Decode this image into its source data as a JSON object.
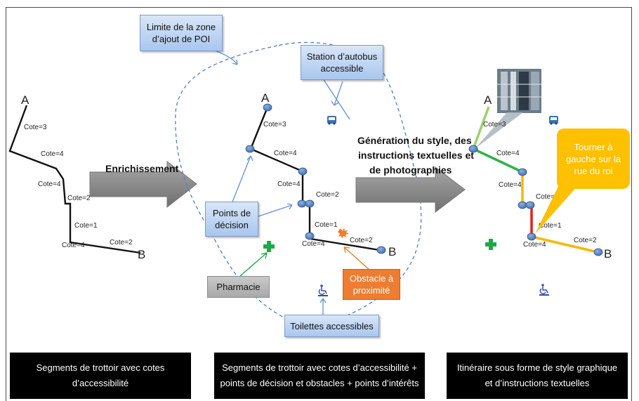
{
  "panel1": {
    "labels": {
      "start": "A",
      "end": "B",
      "cote_3": "Cote=3",
      "cote_4a": "Cote=4",
      "cote_4b": "Cote=4",
      "cote_2a": "Cote=2",
      "cote_1": "Cote=1",
      "cote_4c": "Cote=4",
      "cote_2b": "Cote=2"
    },
    "arrow_label": "Enrichissement",
    "caption_line1": "Segments de trottoir avec cotes",
    "caption_line2": "d’accessibilité"
  },
  "panel2": {
    "labels": {
      "start": "A",
      "end": "B",
      "cote_3": "Cote=3",
      "cote_4a": "Cote=4",
      "cote_4b": "Cote=4",
      "cote_2a": "Cote=2",
      "cote_1": "Cote=1",
      "cote_4c": "Cote=4",
      "cote_2b": "Cote=2"
    },
    "callouts": {
      "zone_line1": "Limite de la zone",
      "zone_line2": "d’ajout de POI",
      "bus_line1": "Station d’autobus",
      "bus_line2": "accessible",
      "decision_line1": "Points de",
      "decision_line2": "décision",
      "pharmacy": "Pharmacie",
      "obstacle_line1": "Obstacle à",
      "obstacle_line2": "proximité",
      "toilets": "Toilettes accessibles"
    },
    "arrow_line1": "Génération du style, des",
    "arrow_line2": "instructions textuelles et",
    "arrow_line3": "de photographies",
    "caption_line1": "Segments de trottoir avec cotes d’accessibilité +",
    "caption_line2": "points de décision et obstacles + points d’intérêts"
  },
  "panel3": {
    "labels": {
      "start": "A",
      "end": "B",
      "cote_3": "Cote=3",
      "cote_4a": "Cote=4",
      "cote_4b": "Cote=4",
      "cote_2a": "Cote=2",
      "cote_1": "Cote=1",
      "cote_4c": "Cote=4",
      "cote_2b": "Cote=2"
    },
    "instruction_line1": "Tourner à",
    "instruction_line2": "gauche sur la",
    "instruction_line3": "rue du roi",
    "caption_line1": "Itinéraire sous forme de style graphique",
    "caption_line2": "et d’instructions textuelles"
  },
  "colors": {
    "segment_black": "#111111",
    "node_blue": "#4f81bd",
    "arrow_gray": "#8c8c8c",
    "route_green": "#2fb34a",
    "route_lightgreen": "#9bd26b",
    "route_yellow": "#f5b800",
    "route_red": "#e0201c",
    "callout_yellow": "#ffc000",
    "obstacle_orange": "#ed7d31",
    "pharmacy_green": "#1fa84a",
    "caption_black": "#000000"
  },
  "icons": [
    "bus-icon",
    "pharmacy-cross-icon",
    "obstacle-burst-icon",
    "wheelchair-icon",
    "building-photo"
  ]
}
